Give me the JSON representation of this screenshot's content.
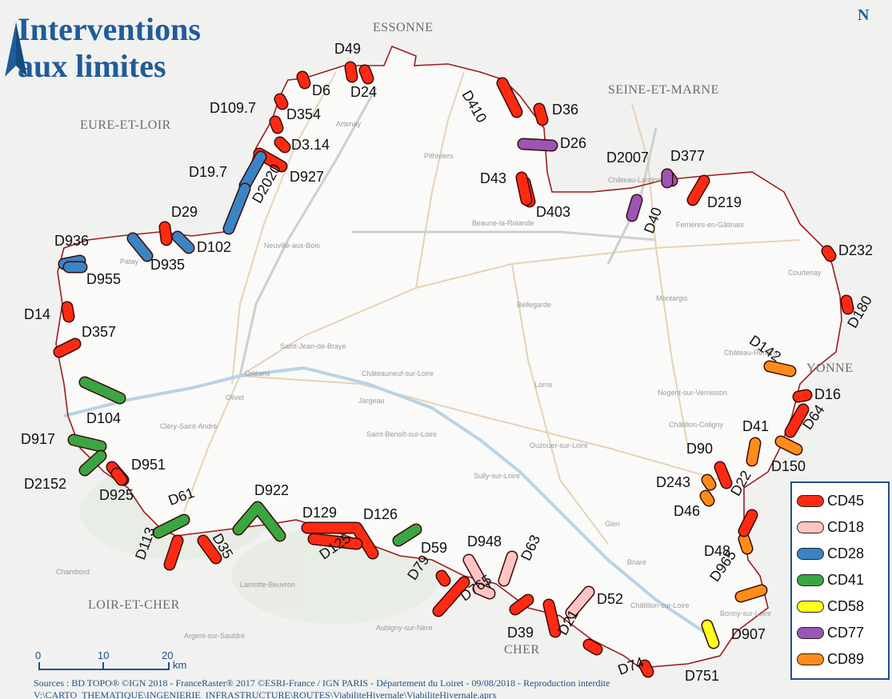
{
  "title": {
    "line1": "Interventions",
    "line2": "aux limites"
  },
  "north_arrow": {
    "label": "N",
    "icon": "north-arrow-icon"
  },
  "departments": [
    {
      "name": "ESSONNE"
    },
    {
      "name": "SEINE-ET-MARNE"
    },
    {
      "name": "EURE-ET-LOIR"
    },
    {
      "name": "YONNE"
    },
    {
      "name": "LOIR-ET-CHER"
    },
    {
      "name": "CHER"
    }
  ],
  "towns": [
    "Pithiviers",
    "Château-Landon",
    "Beaune-la-Rolande",
    "Ferrières-en-Gâtinais",
    "Courtenay",
    "Montargis",
    "Bellegarde",
    "Château-Renard",
    "Saint-Jean-de-Braye",
    "Orléans",
    "Olivet",
    "Châteauneuf-sur-Loire",
    "Jargeau",
    "Lorris",
    "Nogent-sur-Vernisson",
    "Châtillon-Coligny",
    "Saint-Benoît-sur-Loire",
    "Ouzouer-sur-Loire",
    "Sully-sur-Loire",
    "Gien",
    "Briare",
    "Châtillon-sur-Loire",
    "Neuville-aux-Bois",
    "Patay",
    "Cléry-Saint-André",
    "Artenay",
    "Chambord",
    "Lamotte-Beuvron",
    "Aubigny-sur-Nère",
    "Argent-sur-Sauldre",
    "Bonny-sur-Loire"
  ],
  "legend": [
    {
      "label": "CD45",
      "color": "#ff2a12"
    },
    {
      "label": "CD18",
      "color": "#ffc4c4"
    },
    {
      "label": "CD28",
      "color": "#3b84c4"
    },
    {
      "label": "CD41",
      "color": "#3aa641"
    },
    {
      "label": "CD58",
      "color": "#ffff1a"
    },
    {
      "label": "CD77",
      "color": "#9b55b5"
    },
    {
      "label": "CD89",
      "color": "#ff8c1a"
    }
  ],
  "roads": [
    {
      "label": "D49",
      "cd": "CD45"
    },
    {
      "label": "D6",
      "cd": "CD45"
    },
    {
      "label": "D24",
      "cd": "CD45"
    },
    {
      "label": "D109.7",
      "cd": "CD45"
    },
    {
      "label": "D354",
      "cd": "CD45"
    },
    {
      "label": "D3.14",
      "cd": "CD45"
    },
    {
      "label": "D927",
      "cd": "CD45"
    },
    {
      "label": "D19.7",
      "cd": "CD28"
    },
    {
      "label": "D2020",
      "cd": "CD28"
    },
    {
      "label": "D29",
      "cd": "CD45"
    },
    {
      "label": "D102",
      "cd": "CD28"
    },
    {
      "label": "D935",
      "cd": "CD28"
    },
    {
      "label": "D936",
      "cd": "CD28"
    },
    {
      "label": "D955",
      "cd": "CD28"
    },
    {
      "label": "D14",
      "cd": "CD45"
    },
    {
      "label": "D357",
      "cd": "CD45"
    },
    {
      "label": "D104",
      "cd": "CD41"
    },
    {
      "label": "D917",
      "cd": "CD41"
    },
    {
      "label": "D2152",
      "cd": "CD41"
    },
    {
      "label": "D951",
      "cd": "CD45"
    },
    {
      "label": "D925",
      "cd": "CD45"
    },
    {
      "label": "D61",
      "cd": "CD41"
    },
    {
      "label": "D113",
      "cd": "CD45"
    },
    {
      "label": "D35",
      "cd": "CD45"
    },
    {
      "label": "D922",
      "cd": "CD41"
    },
    {
      "label": "D129",
      "cd": "CD45"
    },
    {
      "label": "D125",
      "cd": "CD45"
    },
    {
      "label": "D126",
      "cd": "CD41"
    },
    {
      "label": "D59",
      "cd": "CD45"
    },
    {
      "label": "D948",
      "cd": "CD18"
    },
    {
      "label": "D79",
      "cd": "CD45"
    },
    {
      "label": "D765",
      "cd": "CD18"
    },
    {
      "label": "D63",
      "cd": "CD18"
    },
    {
      "label": "D39",
      "cd": "CD45"
    },
    {
      "label": "D21",
      "cd": "CD45"
    },
    {
      "label": "D52",
      "cd": "CD18"
    },
    {
      "label": "D74",
      "cd": "CD45"
    },
    {
      "label": "D751",
      "cd": "CD45"
    },
    {
      "label": "D907",
      "cd": "CD58"
    },
    {
      "label": "D965",
      "cd": "CD89"
    },
    {
      "label": "D48",
      "cd": "CD89"
    },
    {
      "label": "D46",
      "cd": "CD89"
    },
    {
      "label": "D22",
      "cd": "CD45"
    },
    {
      "label": "D243",
      "cd": "CD89"
    },
    {
      "label": "D90",
      "cd": "CD45"
    },
    {
      "label": "D41",
      "cd": "CD89"
    },
    {
      "label": "D150",
      "cd": "CD89"
    },
    {
      "label": "D64",
      "cd": "CD45"
    },
    {
      "label": "D16",
      "cd": "CD45"
    },
    {
      "label": "D142",
      "cd": "CD89"
    },
    {
      "label": "D180",
      "cd": "CD45"
    },
    {
      "label": "D232",
      "cd": "CD45"
    },
    {
      "label": "D219",
      "cd": "CD45"
    },
    {
      "label": "D377",
      "cd": "CD77"
    },
    {
      "label": "D2007",
      "cd": "CD77"
    },
    {
      "label": "D40",
      "cd": "CD77"
    },
    {
      "label": "D403",
      "cd": "CD45"
    },
    {
      "label": "D43",
      "cd": "CD45"
    },
    {
      "label": "D26",
      "cd": "CD77"
    },
    {
      "label": "D36",
      "cd": "CD45"
    },
    {
      "label": "D410",
      "cd": "CD45"
    }
  ],
  "scale_bar": {
    "ticks": [
      "0",
      "10",
      "20"
    ],
    "unit": "km"
  },
  "sources": "Sources : BD TOPO® ©IGN 2018 - FranceRaster® 2017 ©ESRI-France / IGN PARIS - Département du Loiret - 09/08/2018 - Reproduction interdite",
  "file_path": "V:\\CARTO_THEMATIQUE\\INGENIERIE_INFRASTRUCTURE\\ROUTES\\ViabiliteHivernale\\ViabiliteHivernale.aprx"
}
